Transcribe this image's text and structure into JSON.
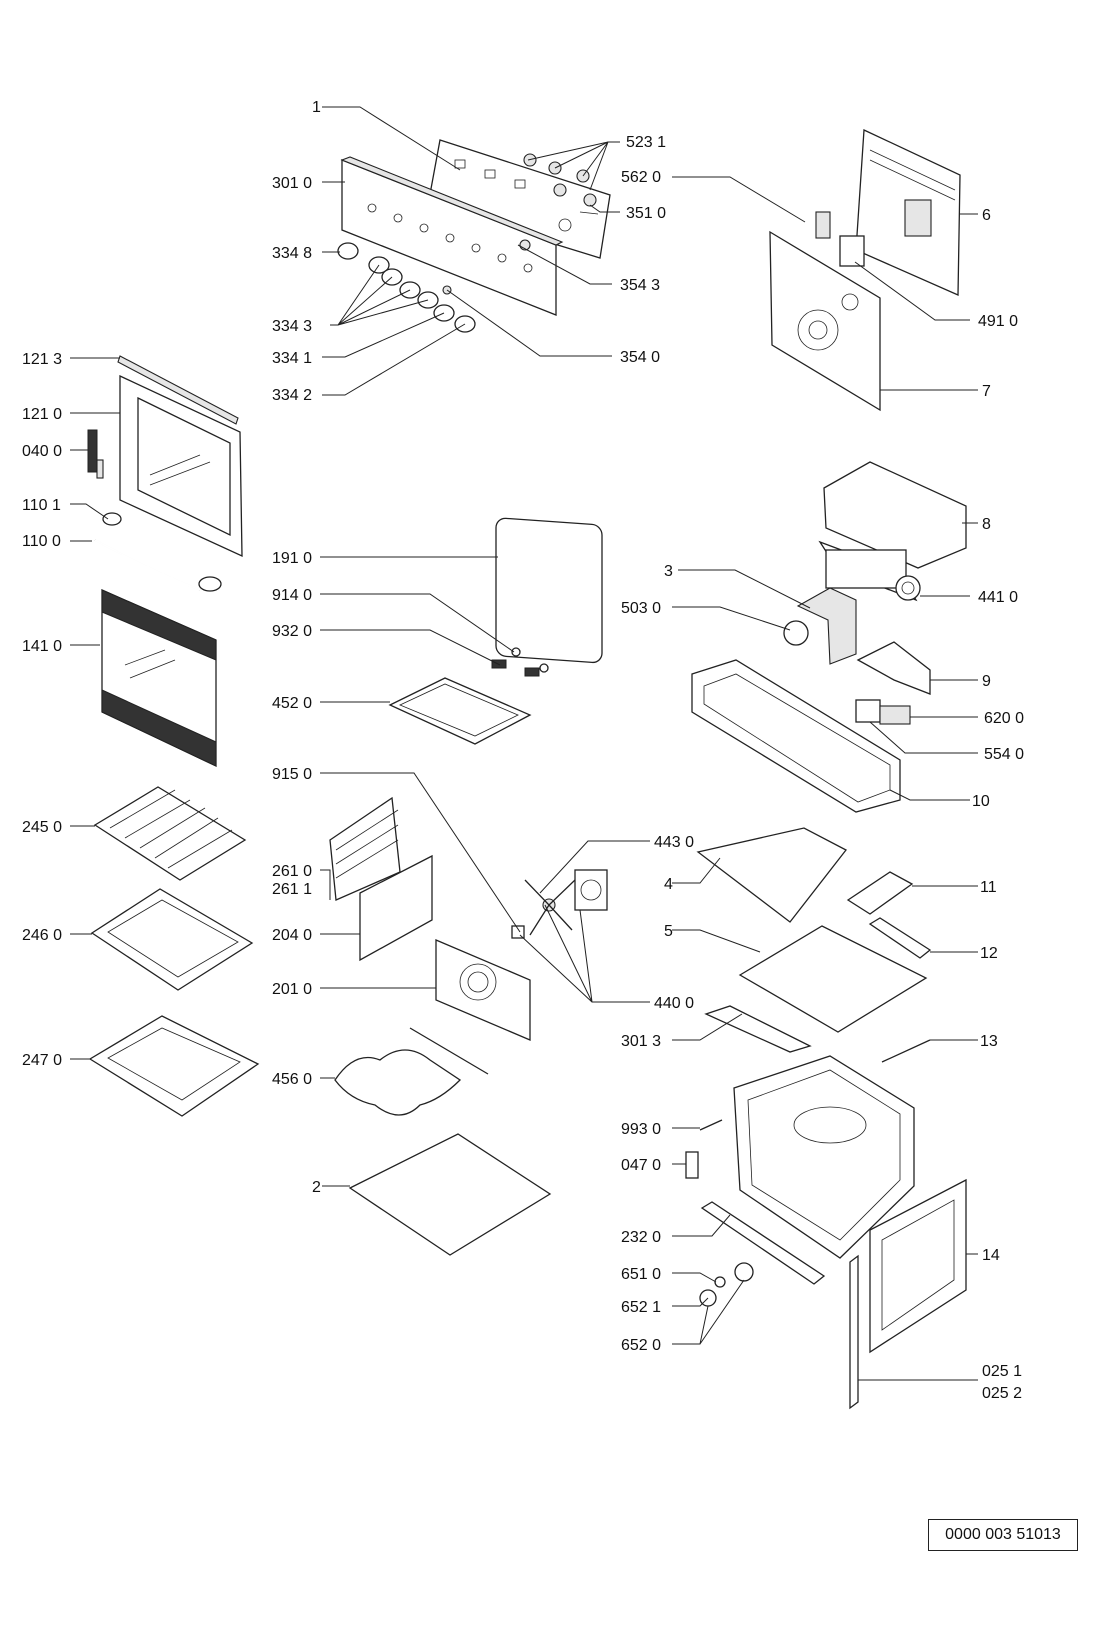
{
  "document_number": "0000 003 51013",
  "callouts": [
    {
      "id": "c-1",
      "text": "1"
    },
    {
      "id": "c-5231",
      "text": "523 1"
    },
    {
      "id": "c-3010",
      "text": "301 0"
    },
    {
      "id": "c-5620",
      "text": "562 0"
    },
    {
      "id": "c-3510",
      "text": "351 0"
    },
    {
      "id": "c-6",
      "text": "6"
    },
    {
      "id": "c-3348",
      "text": "334 8"
    },
    {
      "id": "c-3543",
      "text": "354 3"
    },
    {
      "id": "c-3343",
      "text": "334 3"
    },
    {
      "id": "c-4910",
      "text": "491 0"
    },
    {
      "id": "c-1213",
      "text": "121 3"
    },
    {
      "id": "c-3341",
      "text": "334 1"
    },
    {
      "id": "c-3540",
      "text": "354 0"
    },
    {
      "id": "c-3342",
      "text": "334 2"
    },
    {
      "id": "c-7",
      "text": "7"
    },
    {
      "id": "c-1210",
      "text": "121 0"
    },
    {
      "id": "c-0400",
      "text": "040 0"
    },
    {
      "id": "c-1101",
      "text": "110 1"
    },
    {
      "id": "c-8",
      "text": "8"
    },
    {
      "id": "c-1100",
      "text": "110 0"
    },
    {
      "id": "c-1910",
      "text": "191 0"
    },
    {
      "id": "c-3",
      "text": "3"
    },
    {
      "id": "c-4410",
      "text": "441 0"
    },
    {
      "id": "c-9140",
      "text": "914 0"
    },
    {
      "id": "c-5030",
      "text": "503 0"
    },
    {
      "id": "c-9320",
      "text": "932 0"
    },
    {
      "id": "c-1410",
      "text": "141 0"
    },
    {
      "id": "c-9",
      "text": "9"
    },
    {
      "id": "c-4520",
      "text": "452 0"
    },
    {
      "id": "c-6200",
      "text": "620 0"
    },
    {
      "id": "c-5540",
      "text": "554 0"
    },
    {
      "id": "c-9150",
      "text": "915 0"
    },
    {
      "id": "c-10",
      "text": "10"
    },
    {
      "id": "c-2450",
      "text": "245 0"
    },
    {
      "id": "c-4430",
      "text": "443 0"
    },
    {
      "id": "c-2610",
      "text": "261 0"
    },
    {
      "id": "c-2611",
      "text": "261 1"
    },
    {
      "id": "c-4",
      "text": "4"
    },
    {
      "id": "c-11",
      "text": "11"
    },
    {
      "id": "c-5",
      "text": "5"
    },
    {
      "id": "c-2460",
      "text": "246 0"
    },
    {
      "id": "c-2040",
      "text": "204 0"
    },
    {
      "id": "c-12",
      "text": "12"
    },
    {
      "id": "c-2010",
      "text": "201 0"
    },
    {
      "id": "c-4400",
      "text": "440 0"
    },
    {
      "id": "c-3013",
      "text": "301 3"
    },
    {
      "id": "c-13",
      "text": "13"
    },
    {
      "id": "c-2470",
      "text": "247 0"
    },
    {
      "id": "c-4560",
      "text": "456 0"
    },
    {
      "id": "c-9930",
      "text": "993 0"
    },
    {
      "id": "c-0470",
      "text": "047 0"
    },
    {
      "id": "c-2",
      "text": "2"
    },
    {
      "id": "c-2320",
      "text": "232 0"
    },
    {
      "id": "c-14",
      "text": "14"
    },
    {
      "id": "c-6510",
      "text": "651 0"
    },
    {
      "id": "c-6521",
      "text": "652 1"
    },
    {
      "id": "c-6520",
      "text": "652 0"
    },
    {
      "id": "c-0251",
      "text": "025 1"
    },
    {
      "id": "c-0252",
      "text": "025 2"
    }
  ]
}
